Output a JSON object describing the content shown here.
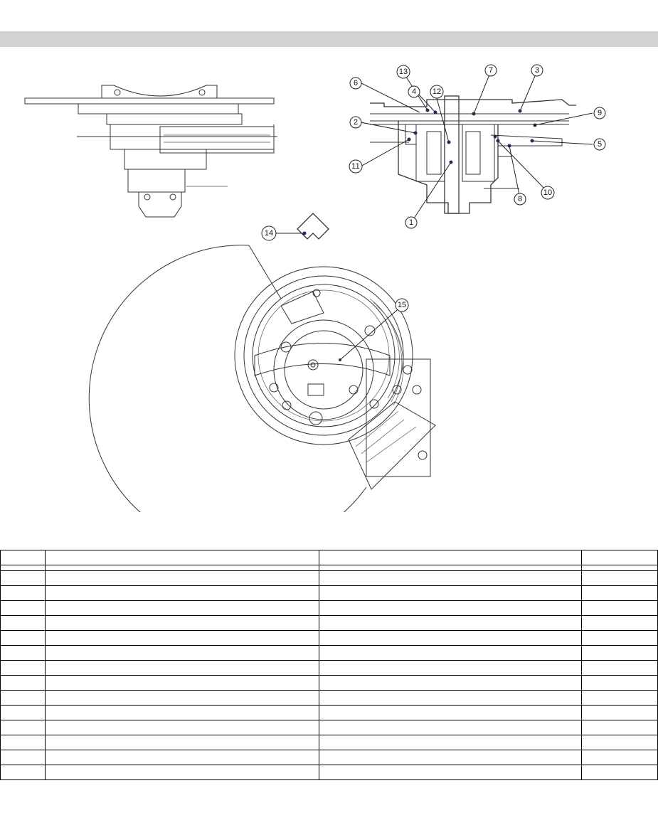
{
  "callouts": [
    "1",
    "2",
    "3",
    "4",
    "5",
    "6",
    "7",
    "8",
    "9",
    "10",
    "11",
    "12",
    "13",
    "14",
    "15"
  ],
  "table": {
    "row_heights": [
      "h21",
      "h8",
      "h21",
      "h21",
      "h21",
      "h21",
      "h21",
      "h21",
      "h21",
      "h21",
      "h21",
      "h21",
      "h21",
      "h21",
      "h21",
      "h21"
    ],
    "rows": [
      [
        "",
        "",
        "",
        ""
      ],
      [
        "",
        "",
        "",
        ""
      ],
      [
        "",
        "",
        "",
        ""
      ],
      [
        "",
        "",
        "",
        ""
      ],
      [
        "",
        "",
        "",
        ""
      ],
      [
        "",
        "",
        "",
        ""
      ],
      [
        "",
        "",
        "",
        ""
      ],
      [
        "",
        "",
        "",
        ""
      ],
      [
        "",
        "",
        "",
        ""
      ],
      [
        "",
        "",
        "",
        ""
      ],
      [
        "",
        "",
        "",
        ""
      ],
      [
        "",
        "",
        "",
        ""
      ],
      [
        "",
        "",
        "",
        ""
      ],
      [
        "",
        "",
        "",
        ""
      ],
      [
        "",
        "",
        "",
        ""
      ],
      [
        "",
        "",
        "",
        ""
      ]
    ]
  }
}
